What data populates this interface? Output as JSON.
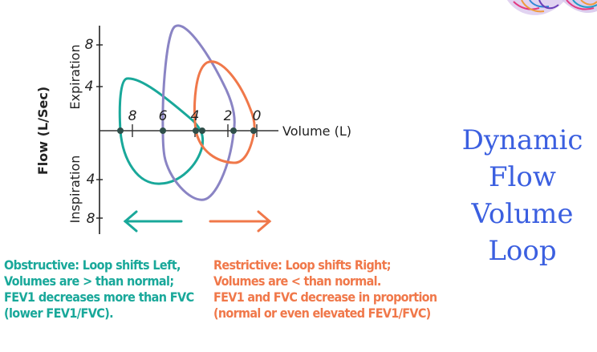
{
  "diagram": {
    "y_axis_title": "Flow (L/Sec)",
    "expiration_label": "Expiration",
    "inspiration_label": "Inspiration",
    "x_axis_label": "Volume (L)",
    "y_ticks": {
      "expiration": [
        "8",
        "4"
      ],
      "inspiration": [
        "4",
        "8"
      ]
    },
    "x_ticks": [
      "8",
      "6",
      "4",
      "2",
      "0"
    ],
    "loops": [
      {
        "name": "obstructive",
        "color": "#19a89a"
      },
      {
        "name": "normal",
        "color": "#8a84c4"
      },
      {
        "name": "restrictive",
        "color": "#f0784a"
      }
    ],
    "arrows": [
      {
        "direction": "left",
        "color": "#19a89a"
      },
      {
        "direction": "right",
        "color": "#f0784a"
      }
    ]
  },
  "title": {
    "line1": "Dynamic",
    "line2": "Flow",
    "line3": "Volume",
    "line4": "Loop",
    "color": "#3b5fe0"
  },
  "obstructive_caption": {
    "line1": "Obstructive: Loop shifts Left,",
    "line2": "Volumes are > than normal;",
    "line3": "FEV1 decreases more than FVC",
    "line4": "(lower FEV1/FVC)."
  },
  "restrictive_caption": {
    "line1": "Restrictive: Loop shifts Right;",
    "line2": "Volumes are < than normal.",
    "line3": "FEV1 and FVC decrease in proportion",
    "line4": "(normal or even elevated FEV1/FVC)"
  },
  "decorative_image": "colorful-lung-illustration"
}
